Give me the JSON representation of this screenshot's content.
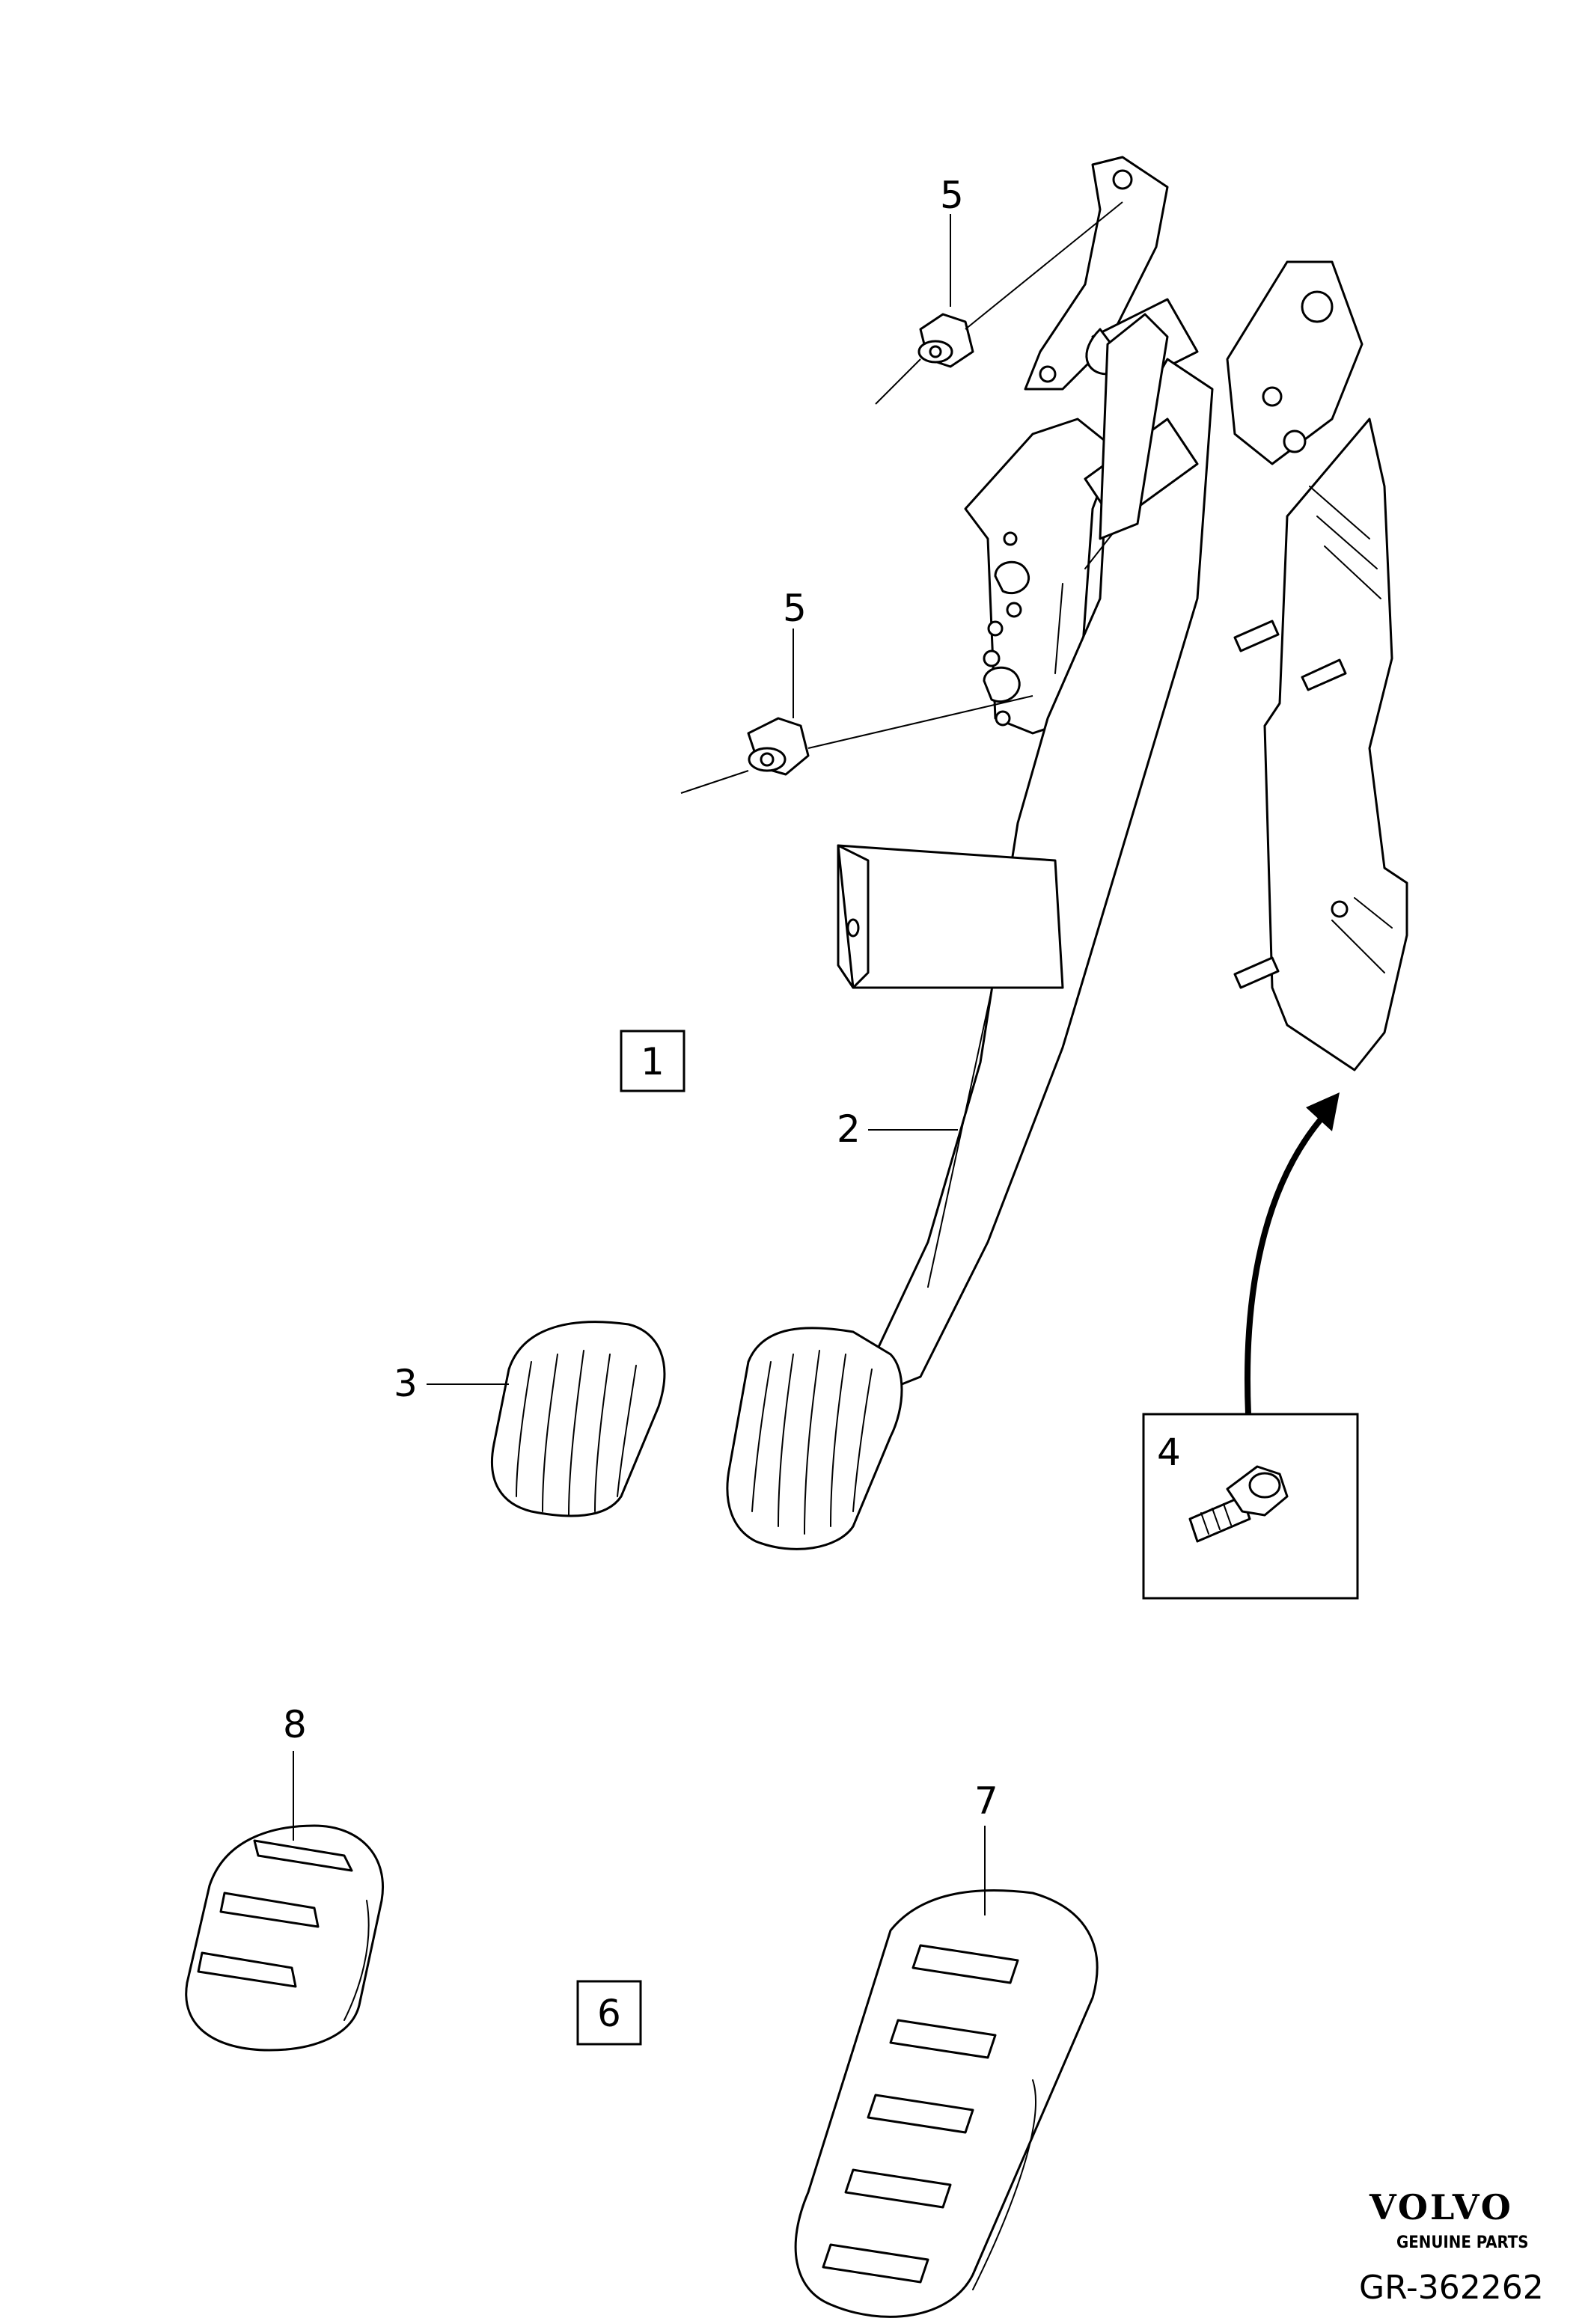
{
  "callouts": {
    "c1": "1",
    "c2": "2",
    "c3": "3",
    "c4": "4",
    "c5a": "5",
    "c5b": "5",
    "c6": "6",
    "c7": "7",
    "c8": "8"
  },
  "brand": {
    "name": "VOLVO",
    "tagline": "GENUINE PARTS"
  },
  "figure_code": "GR-362262"
}
